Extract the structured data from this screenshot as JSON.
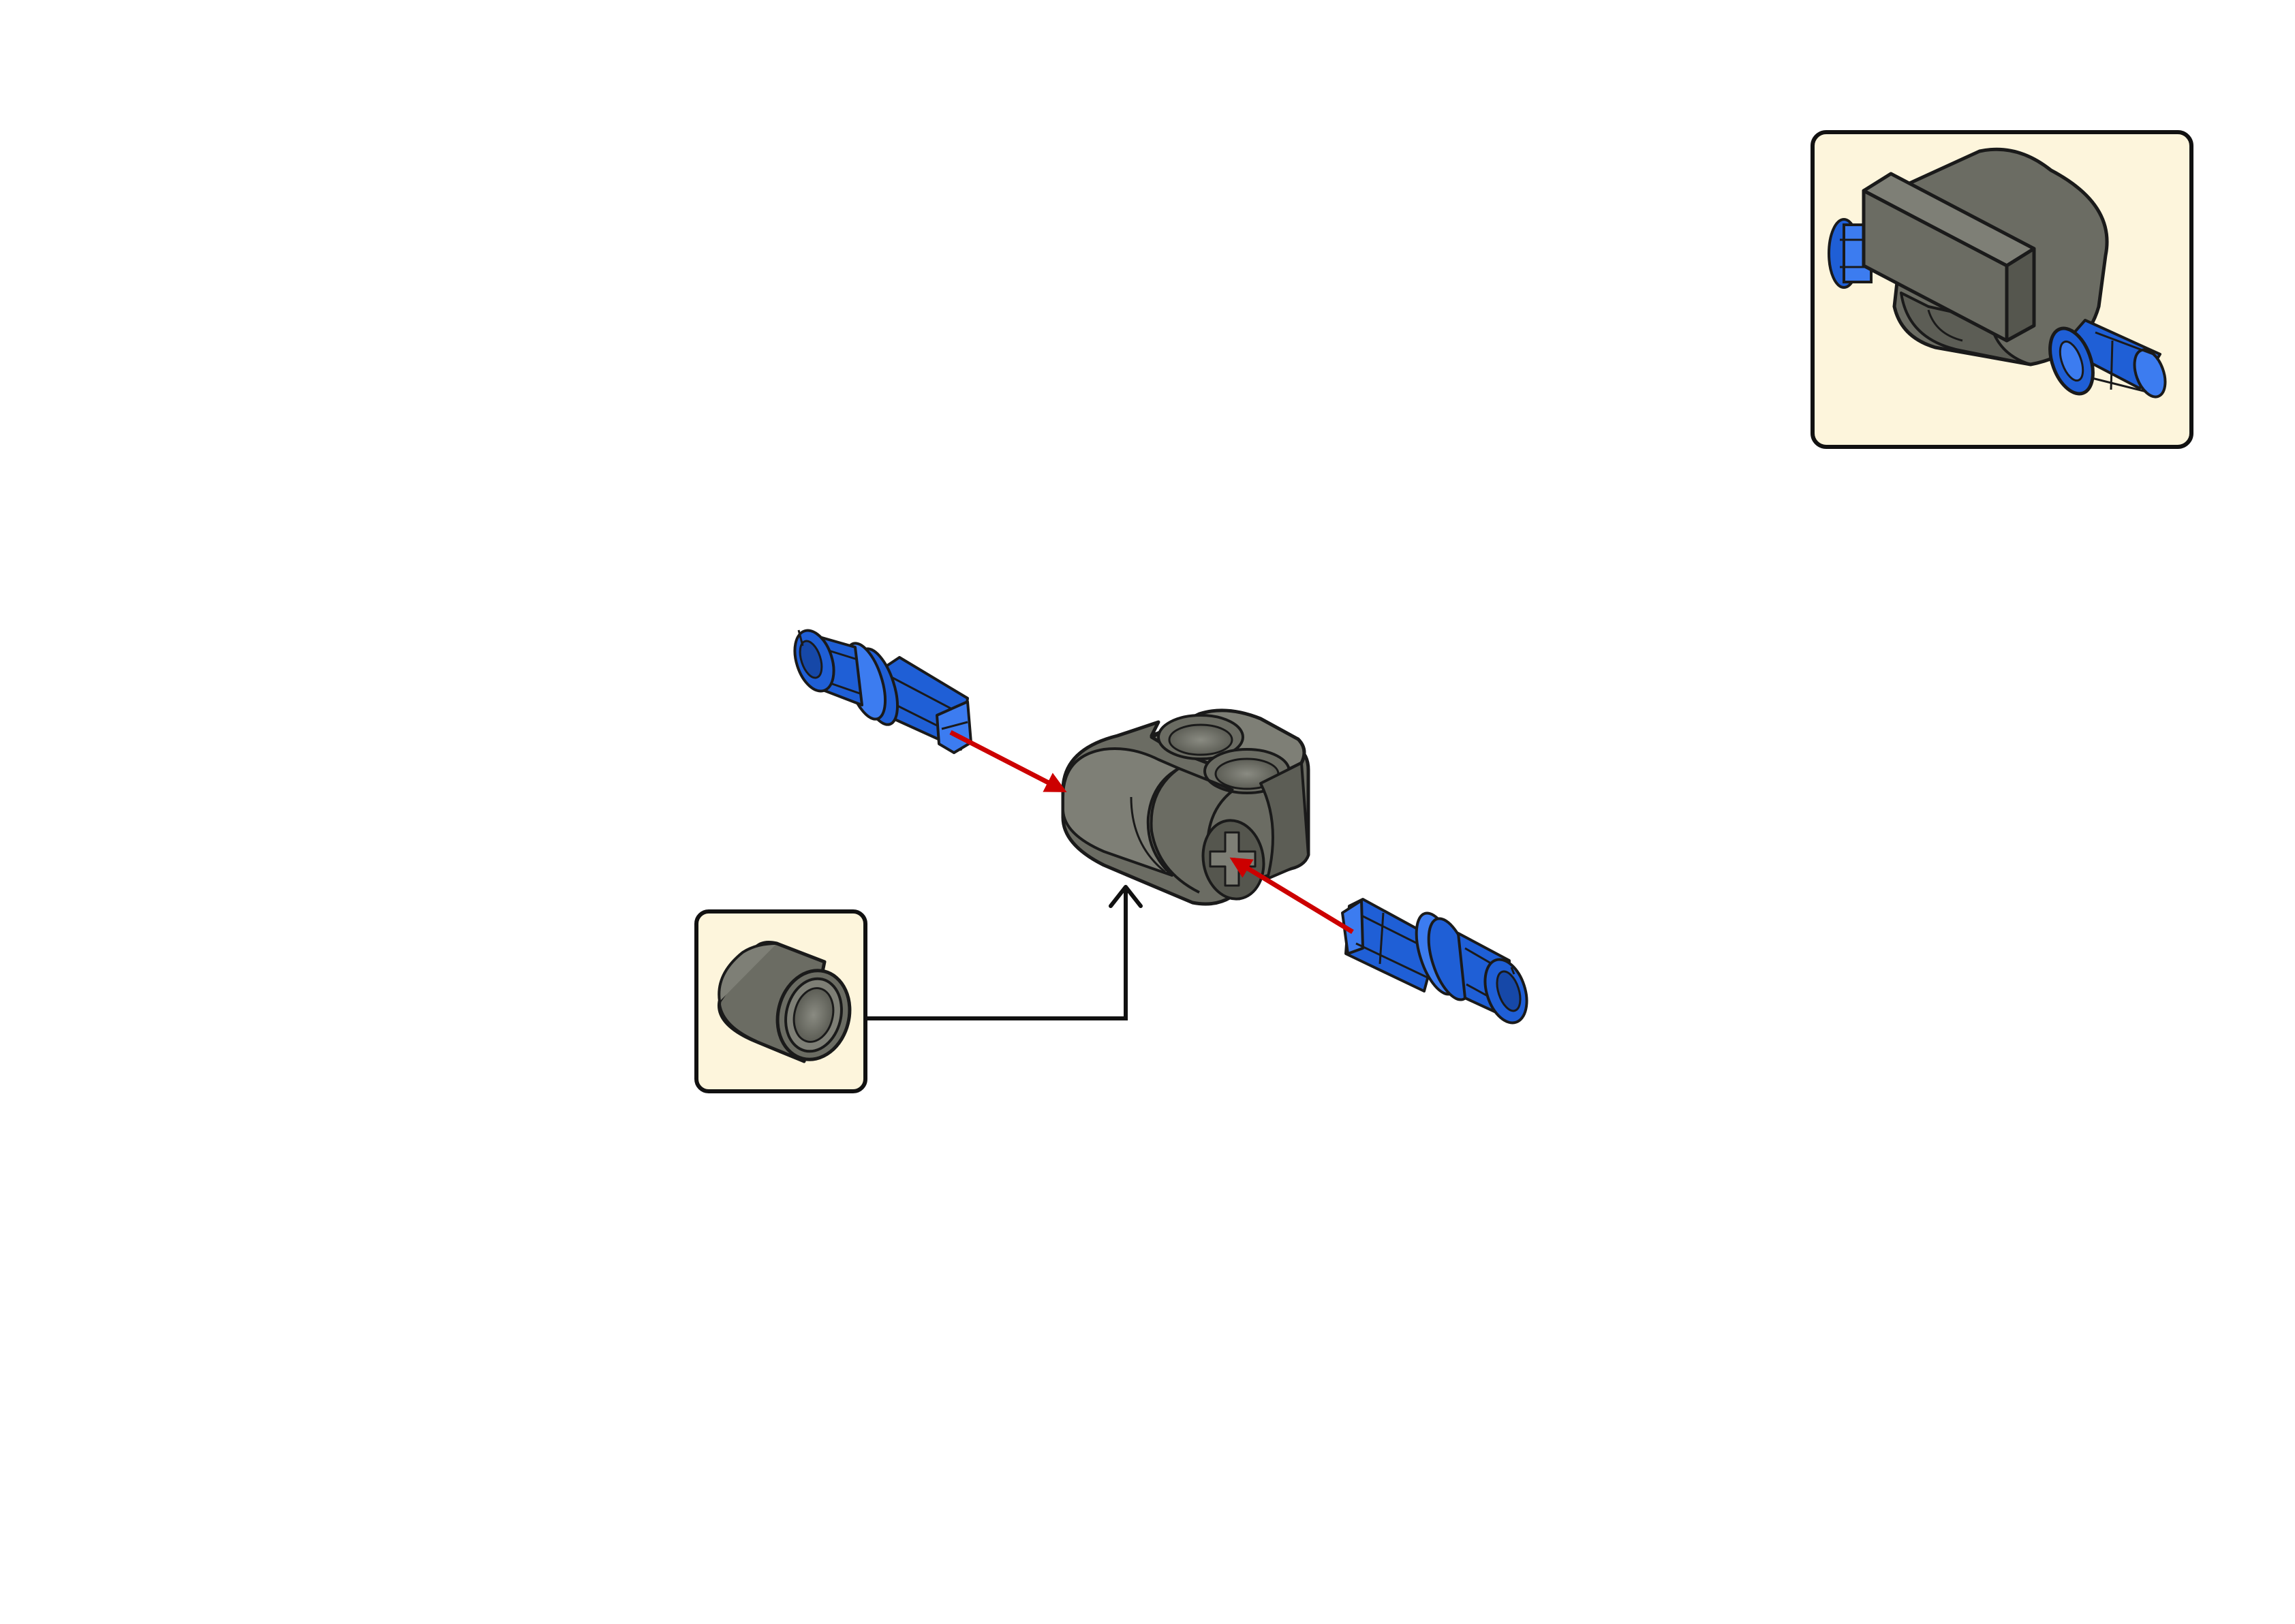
{
  "page": {
    "background": "#ffffff"
  },
  "colors": {
    "callout_fill": "#fdf5dc",
    "callout_border": "#111111",
    "part_gray": "#6b6c63",
    "part_gray_dark": "#55564e",
    "part_gray_light": "#7e7f76",
    "pin_blue": "#1f5fd6",
    "pin_blue_dark": "#1648a8",
    "pin_blue_light": "#3c7cf0",
    "arrow_red": "#cc0000",
    "outline": "#1a1a1a",
    "pointer_black": "#111111"
  },
  "diagram": {
    "type": "assembly-instruction-step",
    "parts": [
      {
        "id": "connector-block",
        "icon": "perpendicular-connector-block",
        "color": "part_gray"
      },
      {
        "id": "pin-upper-left",
        "icon": "blue-axle-pin",
        "color": "pin_blue"
      },
      {
        "id": "pin-lower-right",
        "icon": "blue-axle-pin",
        "color": "pin_blue"
      },
      {
        "id": "bushing-callout",
        "icon": "gray-bushing",
        "color": "part_gray"
      },
      {
        "id": "result-callout",
        "icon": "assembled-connector-with-pins",
        "color": "part_gray"
      }
    ],
    "arrows": [
      {
        "from": "pin-upper-left",
        "to": "connector-block",
        "color": "arrow_red"
      },
      {
        "from": "pin-lower-right",
        "to": "connector-block",
        "color": "arrow_red"
      },
      {
        "from": "bushing-callout",
        "to": "connector-block",
        "color": "pointer_black"
      }
    ]
  }
}
